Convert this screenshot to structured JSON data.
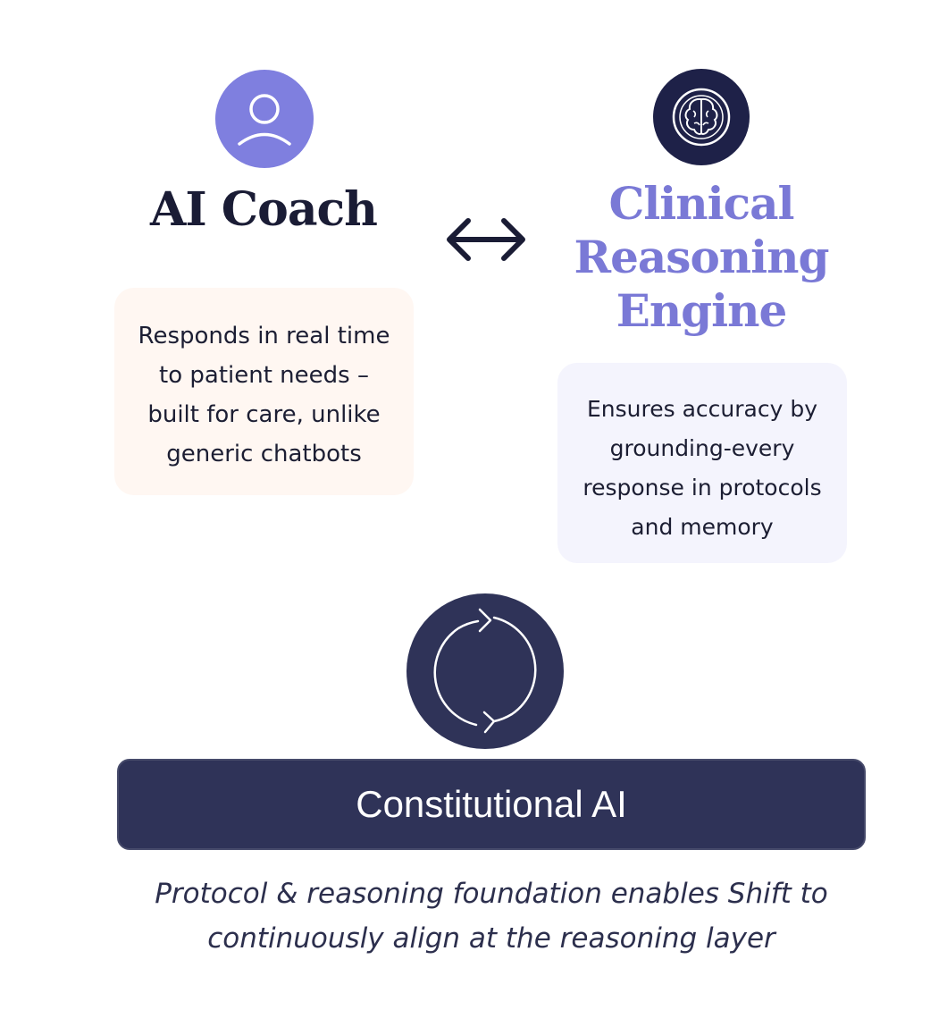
{
  "coach": {
    "icon": "user-icon",
    "title": "AI Coach",
    "description_lines": [
      "Responds in real time",
      "to patient needs –",
      "built for care, unlike",
      "generic chatbots"
    ]
  },
  "connector": {
    "icon": "bidirectional-arrow-icon"
  },
  "engine": {
    "icon": "brain-icon",
    "title_lines": [
      "Clinical",
      "Reasoning",
      "Engine"
    ],
    "description_lines": [
      "Ensures accuracy by",
      "grounding-every",
      "response in protocols",
      "and memory"
    ]
  },
  "foundation": {
    "icon": "cycle-arrows-icon",
    "label": "Constitutional AI",
    "caption_lines": [
      "Protocol & reasoning foundation enables Shift to",
      "continuously align at the reasoning layer"
    ]
  },
  "colors": {
    "coach_accent": "#7f7fdf",
    "engine_title": "#7a79d6",
    "navy": "#2f3358",
    "dark_navy": "#1e2148",
    "coach_card_bg": "#fff7f2",
    "engine_card_bg": "#f4f4fd"
  }
}
